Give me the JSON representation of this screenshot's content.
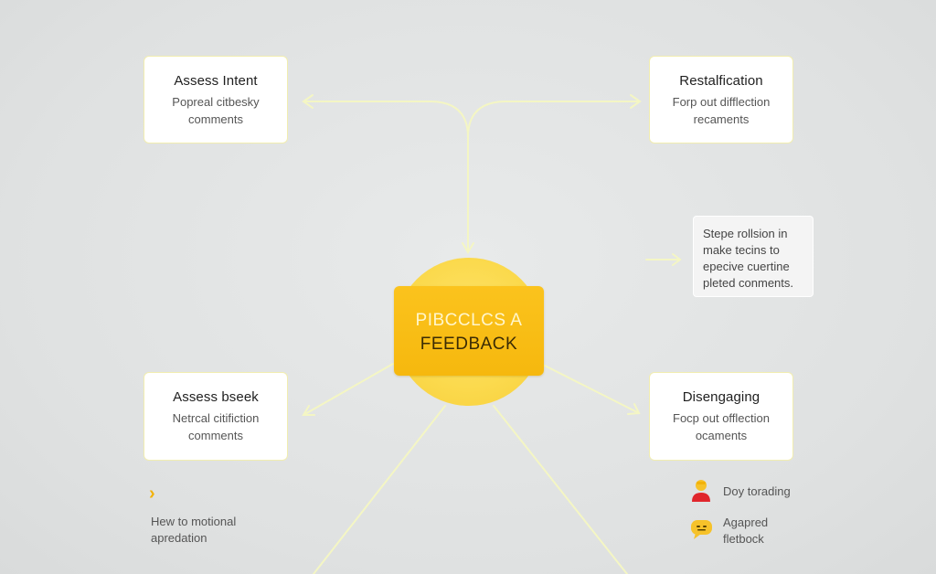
{
  "hub": {
    "line1": "PIBCCLCS A",
    "line2": "FEEDBACK"
  },
  "cards": {
    "top_left": {
      "title": "Assess Intent",
      "body_line1": "Popreal citbesky",
      "body_line2": "comments"
    },
    "top_right": {
      "title": "Restalfication",
      "body_line1": "Forp out difflection",
      "body_line2": "recaments"
    },
    "bottom_left": {
      "title": "Assess bseek",
      "body_line1": "Netrcal citifiction",
      "body_line2": "comments"
    },
    "bottom_right": {
      "title": "Disengaging",
      "body_line1": "Focp out offlection",
      "body_line2": "ocaments"
    }
  },
  "note": {
    "line1": "Stepe rollsion in",
    "line2": "make tecins to",
    "line3": "epecive cuertine",
    "line4": "pleted conments."
  },
  "bottom_left_text": {
    "line1": "Hew to motional",
    "line2": "apredation"
  },
  "legend": {
    "item1": {
      "label": "Doy torading",
      "icon": "person-icon"
    },
    "item2": {
      "label_line1": "Agapred",
      "label_line2": "fletbock",
      "icon": "chat-icon"
    }
  },
  "colors": {
    "hub_box": "#f6b80e",
    "hub_circle": "#fbd94c",
    "connector": "#eef2a8",
    "card_border": "#f1edb0",
    "accent": "#f2b20a",
    "person_icon": "#e0262c"
  }
}
